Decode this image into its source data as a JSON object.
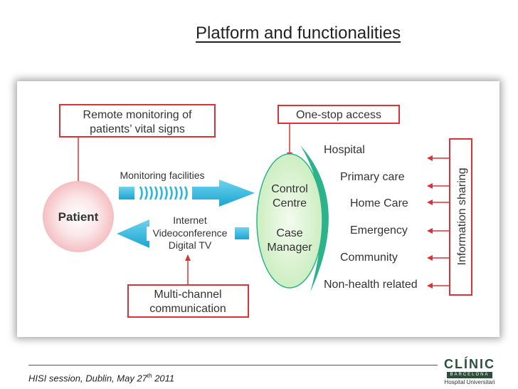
{
  "slide": {
    "title": "Platform and functionalities",
    "footer": {
      "text": "HISI session, Dublin, May 27",
      "sup": "th",
      "year": " 2011"
    }
  },
  "diagram": {
    "box_remote_line1": "Remote monitoring of",
    "box_remote_line2": "patients’ vital signs",
    "box_onestop": "One-stop access",
    "box_multi_line1": "Multi-channel",
    "box_multi_line2": "communication",
    "patient": "Patient",
    "monitoring_facilities": "Monitoring facilities",
    "internet": "Internet",
    "videoconference": "Videoconference",
    "digital_tv": "Digital TV",
    "control_line1": "Control",
    "control_line2": "Centre",
    "case_line1": "Case",
    "case_line2": "Manager",
    "services": [
      "Hospital",
      "Primary care",
      "Home Care",
      "Emergency",
      "Community",
      "Non-health related"
    ],
    "info_sharing": "Information sharing"
  },
  "logo": {
    "name": "CLÍNIC",
    "sub": "BARCELONA",
    "tag": "Hospital Universitari"
  },
  "colors": {
    "red": "#d9323a",
    "cyan": "#2ab6dc",
    "green_border": "#2db38b",
    "ellipse_fill": "#d9f3cf",
    "patient_fill": "#f9d6d8"
  }
}
